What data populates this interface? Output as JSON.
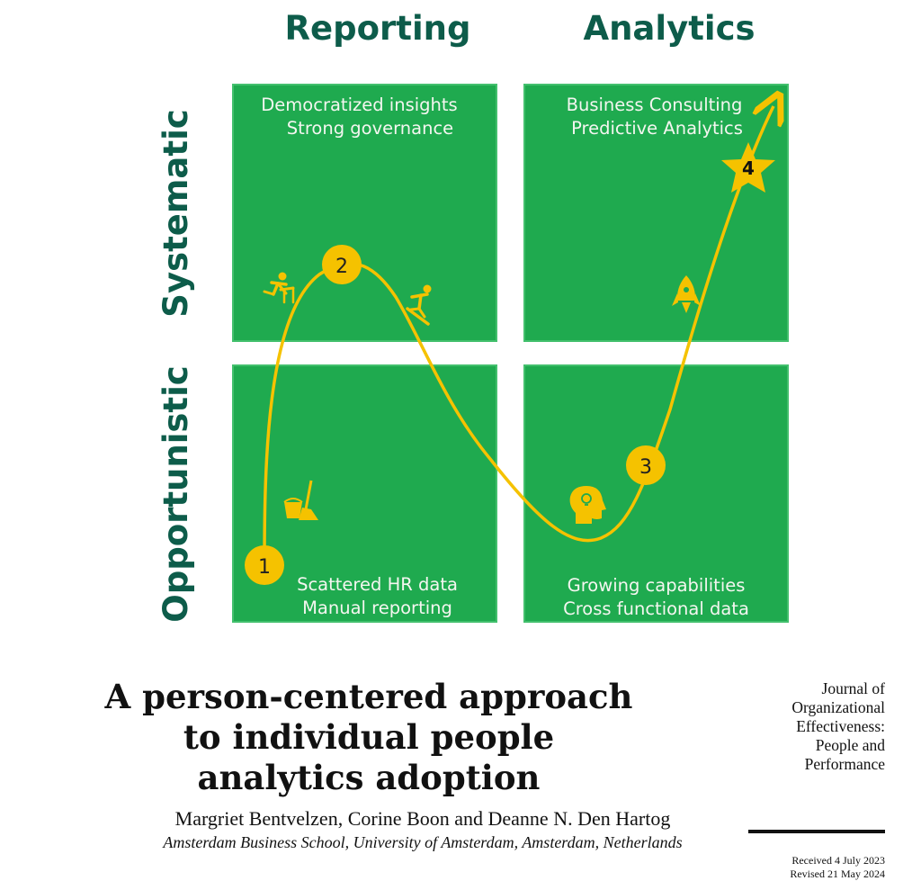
{
  "columns": {
    "left": "Reporting",
    "right": "Analytics"
  },
  "rows": {
    "top": "Systematic",
    "bottom": "Opportunistic"
  },
  "quadrants": {
    "top_left": {
      "line1": "Democratized insights",
      "line2": "Strong governance"
    },
    "top_right": {
      "line1": "Business Consulting",
      "line2": "Predictive Analytics"
    },
    "bottom_left": {
      "line1": "Scattered HR data",
      "line2": "Manual reporting"
    },
    "bottom_right": {
      "line1": "Growing capabilities",
      "line2": "Cross functional data"
    }
  },
  "stages": [
    "1",
    "2",
    "3",
    "4"
  ],
  "icons": [
    "broom-bucket-icon",
    "hurdle-runner-icon",
    "skier-icon",
    "lightbulb-head-icon",
    "rocket-icon",
    "star-icon"
  ],
  "colors": {
    "quadrant": "#1faa4f",
    "path": "#f5c200",
    "heading": "#0d5c4a"
  },
  "title": {
    "line1": "A person-centered approach",
    "line2": "to individual people",
    "line3": "analytics adoption"
  },
  "authors": "Margriet Bentvelzen, Corine Boon and Deanne N. Den Hartog",
  "affiliation": "Amsterdam Business School, University of Amsterdam, Amsterdam, Netherlands",
  "journal": {
    "line1": "Journal of",
    "line2": "Organizational",
    "line3": "Effectiveness:",
    "line4": "People and",
    "line5": "Performance"
  },
  "dates": {
    "received": "Received 4 July 2023",
    "revised": "Revised 21 May 2024"
  }
}
